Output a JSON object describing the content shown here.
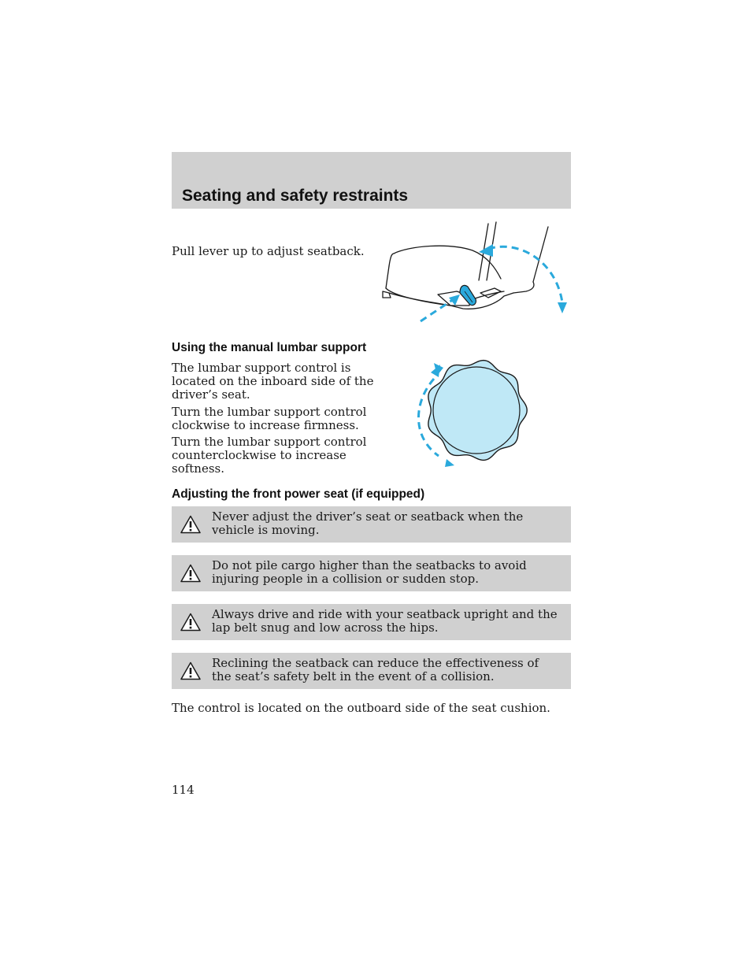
{
  "header": {
    "title": "Seating and safety restraints"
  },
  "seatback": {
    "text": "Pull lever up to adjust seatback."
  },
  "lumbar": {
    "heading": "Using the manual lumbar support",
    "paragraphs": [
      "The lumbar support control is located on the inboard side of the driver’s seat.",
      "Turn the lumbar support control clockwise to increase firmness.",
      "Turn the lumbar support control counterclockwise to increase softness."
    ]
  },
  "power_seat": {
    "heading": "Adjusting the front power seat (if equipped)",
    "warnings": [
      "Never adjust the driver’s seat or seatback when the vehicle is moving.",
      "Do not pile cargo higher than the seatbacks to avoid injuring people in a collision or sudden stop.",
      "Always drive and ride with your seatback upright and the lap belt snug and low across the hips.",
      "Reclining the seatback can reduce the effectiveness of the seat’s safety belt in the event of a collision."
    ],
    "footer_text": "The control is located on the outboard side of the seat cushion."
  },
  "page_number": "114",
  "icons": {
    "warning": "warning-triangle-icon",
    "seat": "seat-recline-lever-illustration",
    "knob": "lumbar-knob-illustration"
  },
  "colors": {
    "band": "#d0d0d0",
    "accent": "#2aa9dc",
    "knob_fill": "#bfe8f6"
  }
}
